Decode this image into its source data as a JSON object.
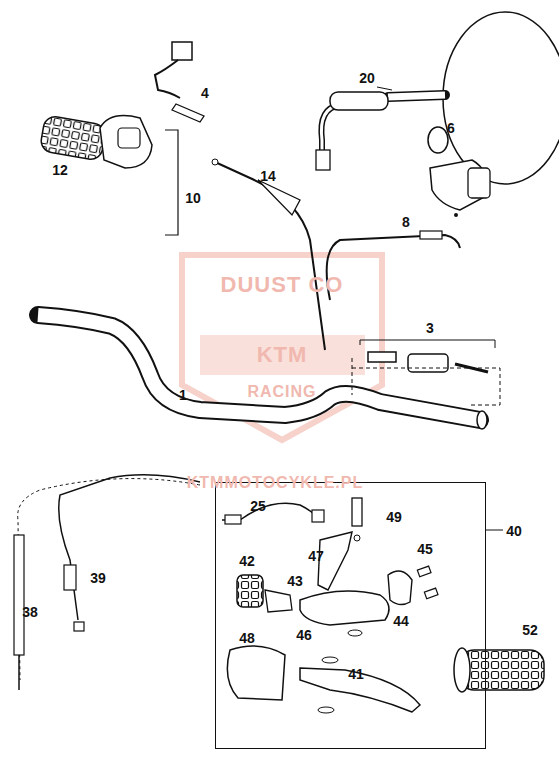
{
  "diagram": {
    "nodes": [
      {
        "text": [
          "40",
          "25",
          "49",
          "47",
          "45",
          "42",
          "43",
          "44",
          "46",
          "48",
          "41"
        ]
      }
    ],
    "labels": [
      "4",
      "20",
      "6",
      "12",
      "10",
      "14",
      "8",
      "3",
      "1",
      "38",
      "39",
      "52",
      "DUUST CO",
      "KTM",
      "RACING",
      "KTMMOTOCYKLE.PL"
    ]
  }
}
